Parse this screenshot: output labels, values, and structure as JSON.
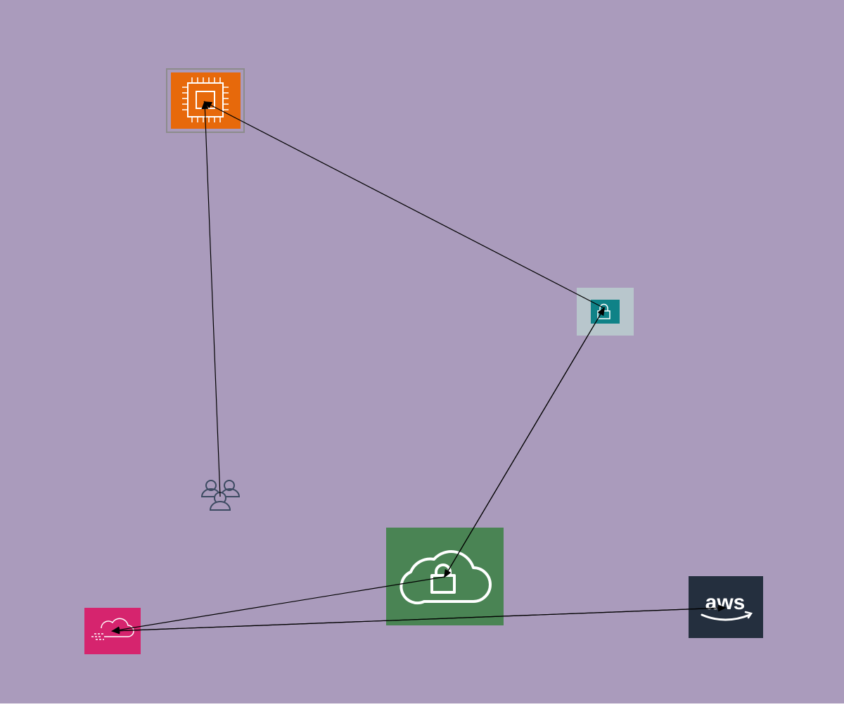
{
  "canvas": {
    "background": "#AA9BBC"
  },
  "nodes": [
    {
      "id": "ec2-instance",
      "icon": "ec2-chip-icon",
      "color": "#E7690B",
      "frame": "#8C8C8C"
    },
    {
      "id": "vpn-gateway",
      "icon": "lock-icon",
      "color": "#0F8287",
      "tile": "#B8C6CC"
    },
    {
      "id": "users",
      "icon": "users-icon",
      "color": "#3C4A61"
    },
    {
      "id": "vpn-cloud",
      "icon": "cloud-lock-icon",
      "color": "#4A8454"
    },
    {
      "id": "cloud-service",
      "icon": "cloud-icon",
      "color": "#D6246E"
    },
    {
      "id": "aws-cloud",
      "icon": "aws-logo-icon",
      "color": "#242F3E",
      "label": "aws"
    }
  ],
  "edges": [
    {
      "from": "users",
      "to": "ec2-instance"
    },
    {
      "from": "vpn-gateway",
      "to": "ec2-instance"
    },
    {
      "from": "vpn-cloud",
      "to": "vpn-gateway"
    },
    {
      "from": "vpn-gateway",
      "to": "vpn-cloud"
    },
    {
      "from": "vpn-cloud",
      "to": "cloud-service"
    },
    {
      "from": "cloud-service",
      "to": "aws-cloud"
    },
    {
      "from": "aws-cloud",
      "to": "cloud-service"
    }
  ]
}
